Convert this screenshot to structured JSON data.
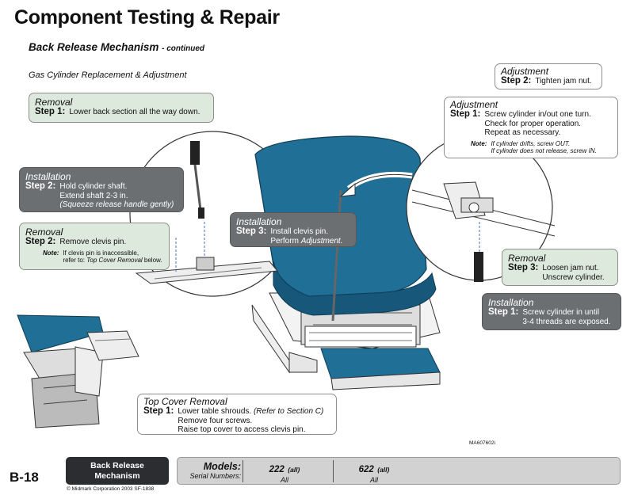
{
  "header": {
    "title": "Component Testing & Repair",
    "subtitle": "Back Release Mechanism",
    "subtitle_suffix": "- continued",
    "section": "Gas Cylinder Replacement & Adjustment"
  },
  "callouts": {
    "removal1": {
      "heading": "Removal",
      "step": "Step 1:",
      "lines": [
        "Lower back section all the way down."
      ]
    },
    "install2": {
      "heading": "Installation",
      "step": "Step 2:",
      "lines": [
        "Hold cylinder shaft.",
        "Extend shaft 2-3 in."
      ],
      "italic": "(Squeeze release handle gently)"
    },
    "removal2": {
      "heading": "Removal",
      "step": "Step 2:",
      "lines": [
        "Remove clevis pin."
      ],
      "note_label": "Note:",
      "note_lines": [
        "If clevis pin is inaccessible,",
        "refer to:"
      ],
      "note_ref": "Top Cover Removal",
      "note_tail": "below."
    },
    "install3": {
      "heading": "Installation",
      "step": "Step 3:",
      "lines": [
        "Install clevis pin."
      ],
      "line2_prefix": "Perform",
      "line2_italic": "Adjustment."
    },
    "adj2": {
      "heading": "Adjustment",
      "step": "Step 2:",
      "lines": [
        "Tighten jam nut."
      ]
    },
    "adj1": {
      "heading": "Adjustment",
      "step": "Step 1:",
      "lines": [
        "Screw cylinder in/out one turn.",
        "Check for proper operation.",
        "Repeat as necessary."
      ],
      "note_label": "Note:",
      "note_lines": [
        "If cylinder drifts, screw OUT.",
        "If cylinder does not release, screw IN."
      ]
    },
    "removal3": {
      "heading": "Removal",
      "step": "Step 3:",
      "lines": [
        "Loosen jam nut.",
        "Unscrew cylinder."
      ]
    },
    "install1": {
      "heading": "Installation",
      "step": "Step 1:",
      "lines": [
        "Screw cylinder in until",
        "3-4 threads are exposed."
      ]
    },
    "topcover": {
      "heading": "Top Cover Removal",
      "step": "Step 1:",
      "line1": "Lower table shrouds.",
      "line1_italic": "(Refer to Section C)",
      "lines": [
        "Remove four screws.",
        "Raise top cover to access clevis pin."
      ]
    }
  },
  "figure": {
    "part_number": "MA607602i"
  },
  "footer": {
    "page": "B-18",
    "tab_line1": "Back Release",
    "tab_line2": "Mechanism",
    "models_label": "Models:",
    "serial_label": "Serial Numbers:",
    "model1": "222",
    "model1_suffix": "(all)",
    "model1_serial": "All",
    "model2": "622",
    "model2_suffix": "(all)",
    "model2_serial": "All",
    "copyright": "© Midmark Corporation 2003 SF-1838"
  },
  "colors": {
    "upholstery": "#1f6f96",
    "note_box": "#dde9dc",
    "dark_box": "#6c6f72",
    "tab": "#2c2d30"
  }
}
